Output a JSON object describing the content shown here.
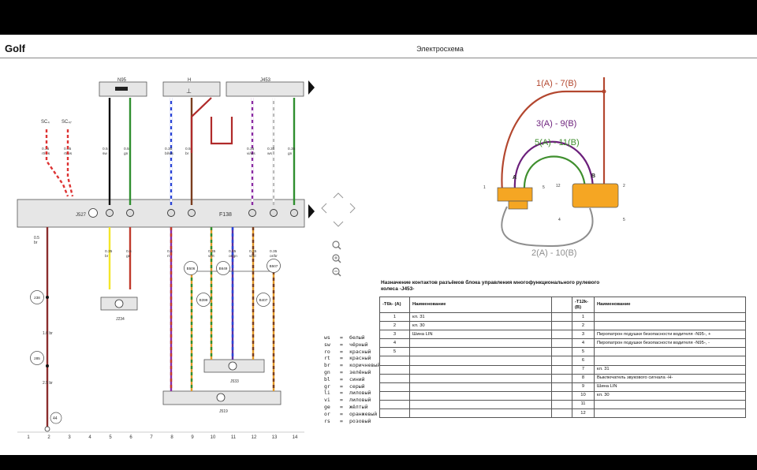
{
  "header": {
    "title": "Golf",
    "subtitle": "Электросхема"
  },
  "schematic": {
    "components": {
      "n95": "N95",
      "h": "H",
      "j453": "J453",
      "j527": "J527",
      "j234": "J234",
      "j533": "J533",
      "j519": "J519",
      "f138": "F138",
      "sc_a": "SC₄",
      "sc_b": "SC₄₇"
    },
    "upper_wires": [
      {
        "size": "0.35",
        "color": "rt/ws"
      },
      {
        "size": "0.35",
        "color": "rt/ws"
      },
      {
        "size": "0.5",
        "color": "sw"
      },
      {
        "size": "0.5",
        "color": "gn"
      },
      {
        "size": "0.35",
        "color": "bl/ws"
      },
      {
        "size": "0.5",
        "color": "br"
      },
      {
        "size": "0.35",
        "color": "vi/ws"
      },
      {
        "size": "0.35",
        "color": "ws"
      },
      {
        "size": "0.35",
        "color": "gn"
      }
    ],
    "lower_wires": [
      {
        "size": "0.35",
        "color": "br"
      },
      {
        "size": "0.5",
        "color": "ge"
      },
      {
        "size": "0.5",
        "color": "rt"
      },
      {
        "size": "0.35",
        "color": "vi/rt"
      },
      {
        "size": "0.35",
        "color": "or/gn"
      },
      {
        "size": "0.35",
        "color": "vi/bl"
      },
      {
        "size": "0.35",
        "color": "or/br"
      }
    ],
    "ground_labels": [
      "1.0 br",
      "2.5 br"
    ],
    "ground_wire_top": {
      "size": "0.5",
      "color": "br"
    },
    "nodes": [
      "238",
      "285",
      "B506",
      "B649",
      "B507",
      "B399",
      "B407"
    ],
    "ground_point": "44",
    "grid_numbers": [
      "1",
      "2",
      "3",
      "4",
      "5",
      "6",
      "7",
      "8",
      "9",
      "10",
      "11",
      "12",
      "13",
      "14"
    ]
  },
  "connector_diagram": {
    "wires": [
      {
        "label": "1(A) - 7(B)",
        "color": "#b3472f"
      },
      {
        "label": "3(A) - 9(B)",
        "color": "#6b1f7b"
      },
      {
        "label": "5(A) - 11(B)",
        "color": "#3f8f2e"
      },
      {
        "label": "2(A) - 10(B)",
        "color": "#8e8e8e"
      }
    ],
    "connector_a": {
      "label": "A",
      "pin_left": "1",
      "pin_right": "5"
    },
    "connector_b": {
      "label": "B",
      "pin_left": "12",
      "pin_right": "2",
      "pin_bottom_left": "4",
      "pin_bottom_right": "5"
    },
    "connector_color": "#f5a623"
  },
  "legend": [
    {
      "code": "ws",
      "name": "белый"
    },
    {
      "code": "sw",
      "name": "чёрный"
    },
    {
      "code": "ro",
      "name": "красный"
    },
    {
      "code": "rt",
      "name": "красный"
    },
    {
      "code": "br",
      "name": "коричневый"
    },
    {
      "code": "gn",
      "name": "зелёный"
    },
    {
      "code": "bl",
      "name": "синий"
    },
    {
      "code": "gr",
      "name": "серый"
    },
    {
      "code": "li",
      "name": "лиловый"
    },
    {
      "code": "vi",
      "name": "лиловый"
    },
    {
      "code": "ge",
      "name": "жёлтый"
    },
    {
      "code": "or",
      "name": "оранжевый"
    },
    {
      "code": "rs",
      "name": "розовый"
    }
  ],
  "pin_table": {
    "title": "Назначение контактов разъёмов блока управления многофункционального рулевого колеса -J453-",
    "headers": {
      "a_pin": "-T6k- (A)",
      "a_name": "Наименование",
      "b_pin": "-T12k- (B)",
      "b_name": "Наименование"
    },
    "rows": [
      {
        "a_pin": "1",
        "a_name": "кл. 31",
        "b_pin": "1",
        "b_name": ""
      },
      {
        "a_pin": "2",
        "a_name": "кл. 30",
        "b_pin": "2",
        "b_name": ""
      },
      {
        "a_pin": "3",
        "a_name": "Шина LIN",
        "b_pin": "3",
        "b_name": "Пиропатрон подушки безопасности водителя -N95-, +"
      },
      {
        "a_pin": "4",
        "a_name": "",
        "b_pin": "4",
        "b_name": "Пиропатрон подушки безопасности водителя -N95-, -"
      },
      {
        "a_pin": "5",
        "a_name": "",
        "b_pin": "5",
        "b_name": ""
      },
      {
        "a_pin": "",
        "a_name": "",
        "b_pin": "6",
        "b_name": ""
      },
      {
        "a_pin": "",
        "a_name": "",
        "b_pin": "7",
        "b_name": "кл. 31"
      },
      {
        "a_pin": "",
        "a_name": "",
        "b_pin": "8",
        "b_name": "Выключатель звукового сигнала -H-"
      },
      {
        "a_pin": "",
        "a_name": "",
        "b_pin": "9",
        "b_name": "Шина LIN"
      },
      {
        "a_pin": "",
        "a_name": "",
        "b_pin": "10",
        "b_name": "кл. 30"
      },
      {
        "a_pin": "",
        "a_name": "",
        "b_pin": "11",
        "b_name": ""
      },
      {
        "a_pin": "",
        "a_name": "",
        "b_pin": "12",
        "b_name": ""
      }
    ]
  }
}
